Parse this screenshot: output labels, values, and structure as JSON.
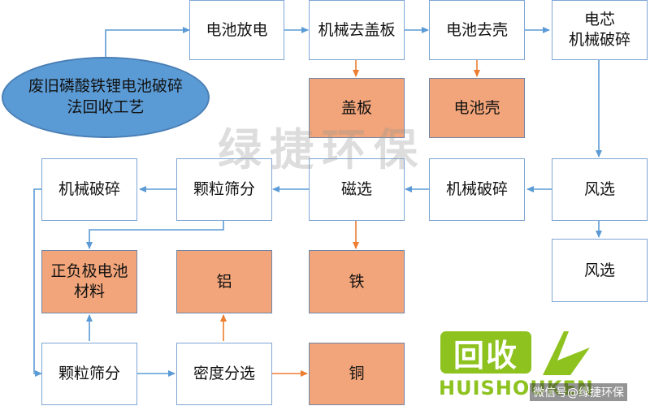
{
  "nodes": {
    "ellipse_title": "废旧磷酸铁锂电池破碎法回收工艺",
    "battery_discharge": "电池放电",
    "mech_remove_cover": "机械去盖板",
    "battery_shell_removal": "电池去壳",
    "cell_mech_crush_line1": "电芯",
    "cell_mech_crush_line2": "机械破碎",
    "cover_plate": "盖板",
    "battery_shell": "电池壳",
    "mech_crush_left": "机械破碎",
    "particle_sieve_top": "颗粒筛分",
    "magnetic_sep": "磁选",
    "mech_crush_mid": "机械破碎",
    "air_sep_1": "风选",
    "air_sep_2": "风选",
    "electrode_material_line1": "正负极电池",
    "electrode_material_line2": "材料",
    "aluminum": "铝",
    "iron": "铁",
    "particle_sieve_bottom": "颗粒筛分",
    "density_sep": "密度分选",
    "copper": "铜"
  },
  "watermark": "绿捷环保",
  "logo": {
    "main": "回收",
    "sub": "HUISHOUKEN",
    "credit": "微信号@绿捷环保"
  },
  "colors": {
    "arrow_blue": "#5b9bd5",
    "arrow_orange": "#ed7d31",
    "box_orange": "#f2a57a",
    "ellipse_blue": "#5b9bd5",
    "logo_green": "#8dc21f"
  }
}
